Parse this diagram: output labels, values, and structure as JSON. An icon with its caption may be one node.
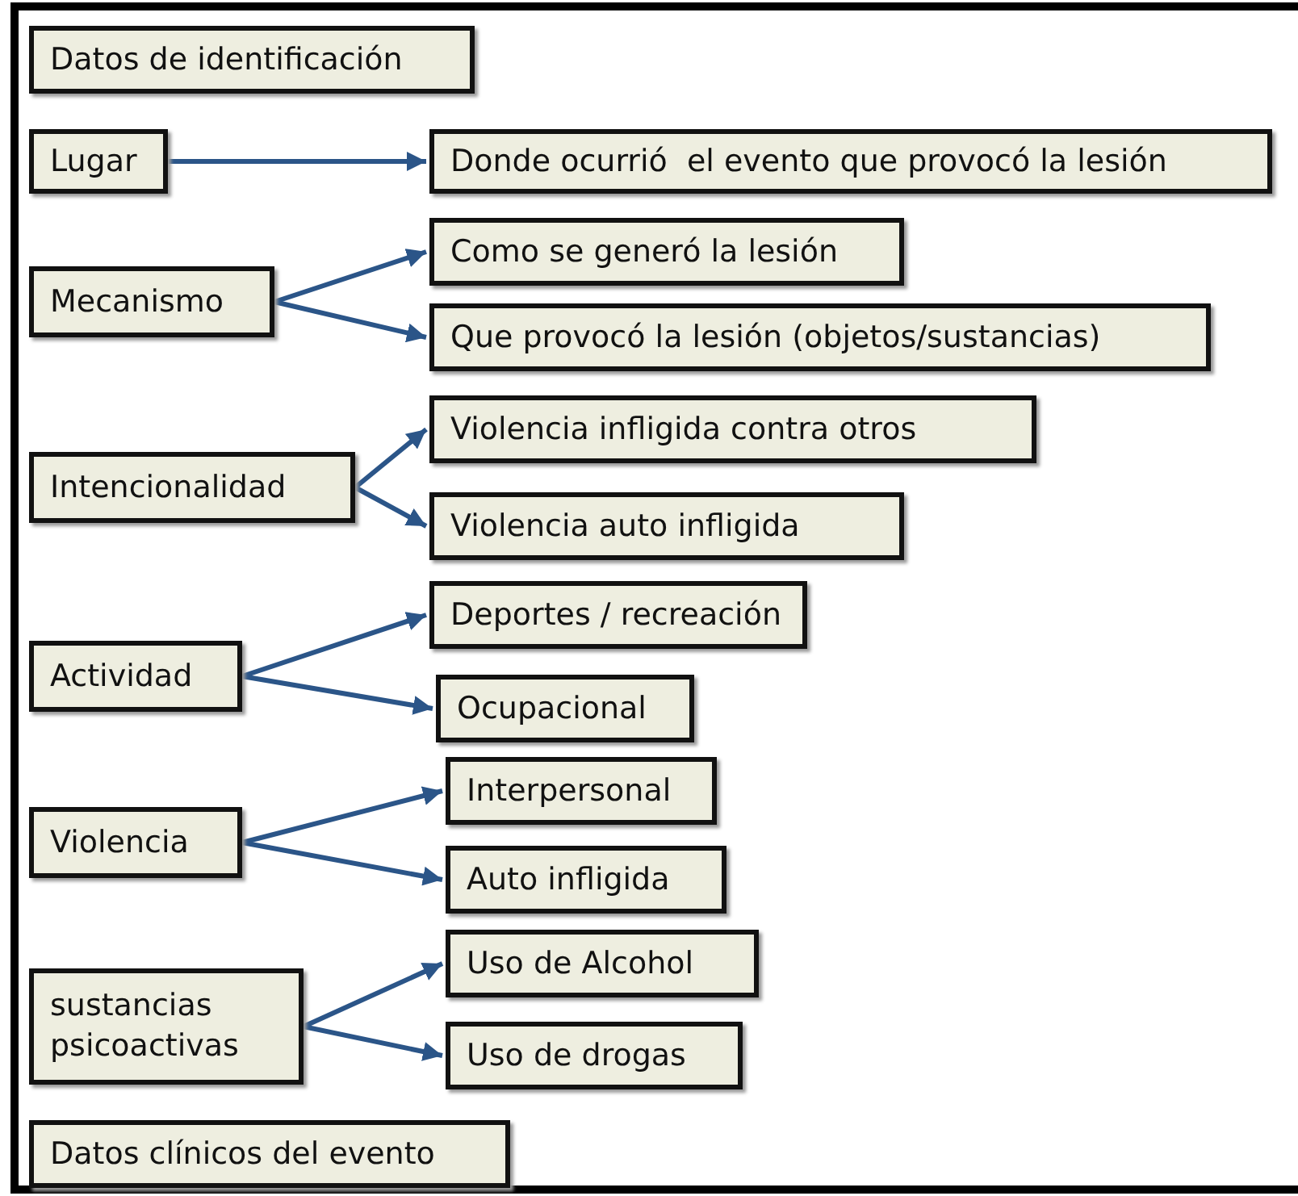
{
  "diagram": {
    "nodes": [
      {
        "text": [
          "Datos de identificación"
        ]
      },
      {
        "text": [
          "Lugar"
        ]
      },
      {
        "text": [
          "Donde ocurrió  el evento que provocó la lesión"
        ]
      },
      {
        "text": [
          "Mecanismo"
        ]
      },
      {
        "text": [
          "Como se generó la lesión"
        ]
      },
      {
        "text": [
          "Que provocó la lesión (objetos/sustancias)"
        ]
      },
      {
        "text": [
          "Intencionalidad"
        ]
      },
      {
        "text": [
          "Violencia infligida contra otros"
        ]
      },
      {
        "text": [
          "Violencia auto infligida"
        ]
      },
      {
        "text": [
          "Actividad"
        ]
      },
      {
        "text": [
          "Deportes / recreación"
        ]
      },
      {
        "text": [
          "Ocupacional"
        ]
      },
      {
        "text": [
          "Violencia"
        ]
      },
      {
        "text": [
          "Interpersonal"
        ]
      },
      {
        "text": [
          "Auto infligida"
        ]
      },
      {
        "text": [
          "sustancias psicoactivas"
        ]
      },
      {
        "text": [
          "Uso de Alcohol"
        ]
      },
      {
        "text": [
          "Uso de drogas"
        ]
      },
      {
        "text": [
          "Datos clínicos del evento"
        ]
      }
    ],
    "edges": [
      {
        "from": 1,
        "to": 2,
        "arrow": "to"
      },
      {
        "from": 3,
        "to": 4,
        "arrow": "to"
      },
      {
        "from": 3,
        "to": 5,
        "arrow": "to"
      },
      {
        "from": 6,
        "to": 7,
        "arrow": "to"
      },
      {
        "from": 6,
        "to": 8,
        "arrow": "to"
      },
      {
        "from": 9,
        "to": 10,
        "arrow": "to"
      },
      {
        "from": 9,
        "to": 11,
        "arrow": "to"
      },
      {
        "from": 12,
        "to": 13,
        "arrow": "to"
      },
      {
        "from": 12,
        "to": 14,
        "arrow": "to"
      },
      {
        "from": 15,
        "to": 16,
        "arrow": "to"
      },
      {
        "from": 15,
        "to": 17,
        "arrow": "to"
      }
    ]
  }
}
